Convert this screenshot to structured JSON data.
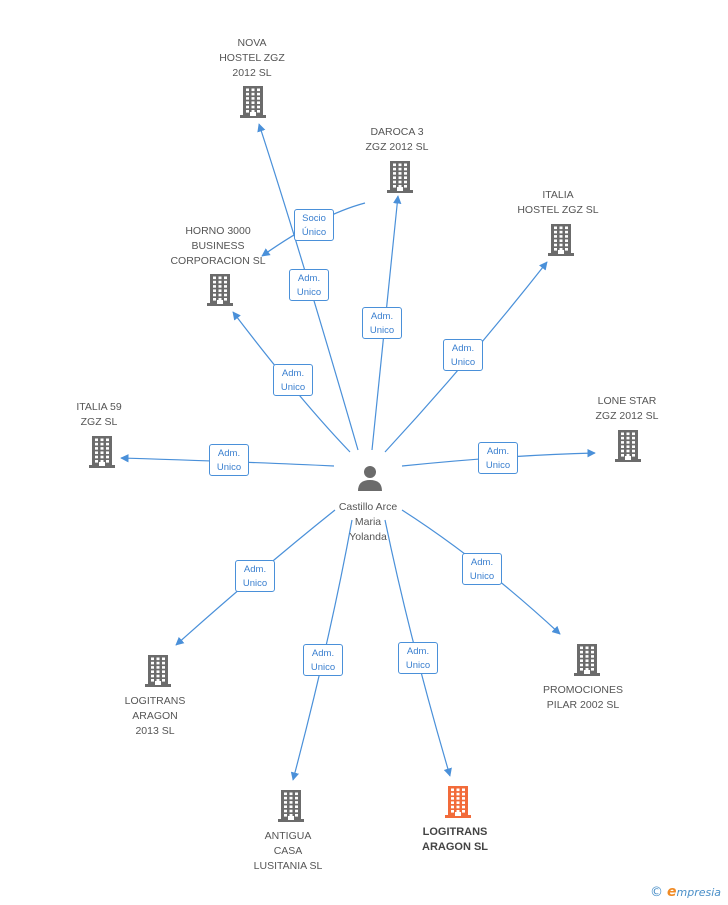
{
  "center": {
    "name_lines": [
      "Castillo Arce",
      "Maria",
      "Yolanda"
    ],
    "icon": "person-icon"
  },
  "companies": [
    {
      "id": "nova-hostel",
      "lines": [
        "NOVA",
        "HOSTEL ZGZ",
        "2012 SL"
      ],
      "highlight": false
    },
    {
      "id": "daroca-3",
      "lines": [
        "DAROCA 3",
        "ZGZ 2012 SL"
      ],
      "highlight": false
    },
    {
      "id": "italia-hostel",
      "lines": [
        "ITALIA",
        "HOSTEL ZGZ SL"
      ],
      "highlight": false
    },
    {
      "id": "horno-3000",
      "lines": [
        "HORNO 3000",
        "BUSINESS",
        "CORPORACION SL"
      ],
      "highlight": false
    },
    {
      "id": "italia-59",
      "lines": [
        "ITALIA 59",
        "ZGZ SL"
      ],
      "highlight": false
    },
    {
      "id": "lone-star",
      "lines": [
        "LONE STAR",
        "ZGZ 2012 SL"
      ],
      "highlight": false
    },
    {
      "id": "logitrans-2013",
      "lines": [
        "LOGITRANS",
        "ARAGON",
        "2013  SL"
      ],
      "highlight": false
    },
    {
      "id": "promociones-pilar",
      "lines": [
        "PROMOCIONES",
        "PILAR 2002 SL"
      ],
      "highlight": false
    },
    {
      "id": "antigua-casa",
      "lines": [
        "ANTIGUA",
        "CASA",
        "LUSITANIA SL"
      ],
      "highlight": false
    },
    {
      "id": "logitrans-aragon",
      "lines": [
        "LOGITRANS",
        "ARAGON SL"
      ],
      "highlight": true
    }
  ],
  "relations": [
    {
      "to": "nova-hostel",
      "label_lines": [
        "Adm.",
        "Unico"
      ]
    },
    {
      "to": "daroca-3",
      "label_lines": [
        "Adm.",
        "Unico"
      ]
    },
    {
      "to": "italia-hostel",
      "label_lines": [
        "Adm.",
        "Unico"
      ]
    },
    {
      "to": "horno-3000",
      "label_lines": [
        "Adm.",
        "Unico"
      ]
    },
    {
      "to": "italia-59",
      "label_lines": [
        "Adm.",
        "Unico"
      ]
    },
    {
      "to": "lone-star",
      "label_lines": [
        "Adm.",
        "Unico"
      ]
    },
    {
      "to": "logitrans-2013",
      "label_lines": [
        "Adm.",
        "Unico"
      ]
    },
    {
      "to": "promociones-pilar",
      "label_lines": [
        "Adm.",
        "Unico"
      ]
    },
    {
      "to": "antigua-casa",
      "label_lines": [
        "Adm.",
        "Unico"
      ]
    },
    {
      "to": "logitrans-aragon",
      "label_lines": [
        "Adm.",
        "Unico"
      ]
    },
    {
      "from": "daroca-3",
      "to": "horno-3000",
      "label_lines": [
        "Socio",
        "Único"
      ]
    }
  ],
  "colors": {
    "edge": "#4a90d9",
    "building": "#6b6b6b",
    "highlight": "#f26b3a",
    "text": "#555555"
  },
  "brand": {
    "copyright": "©",
    "e_letter": "e",
    "rest": "mpresia"
  }
}
